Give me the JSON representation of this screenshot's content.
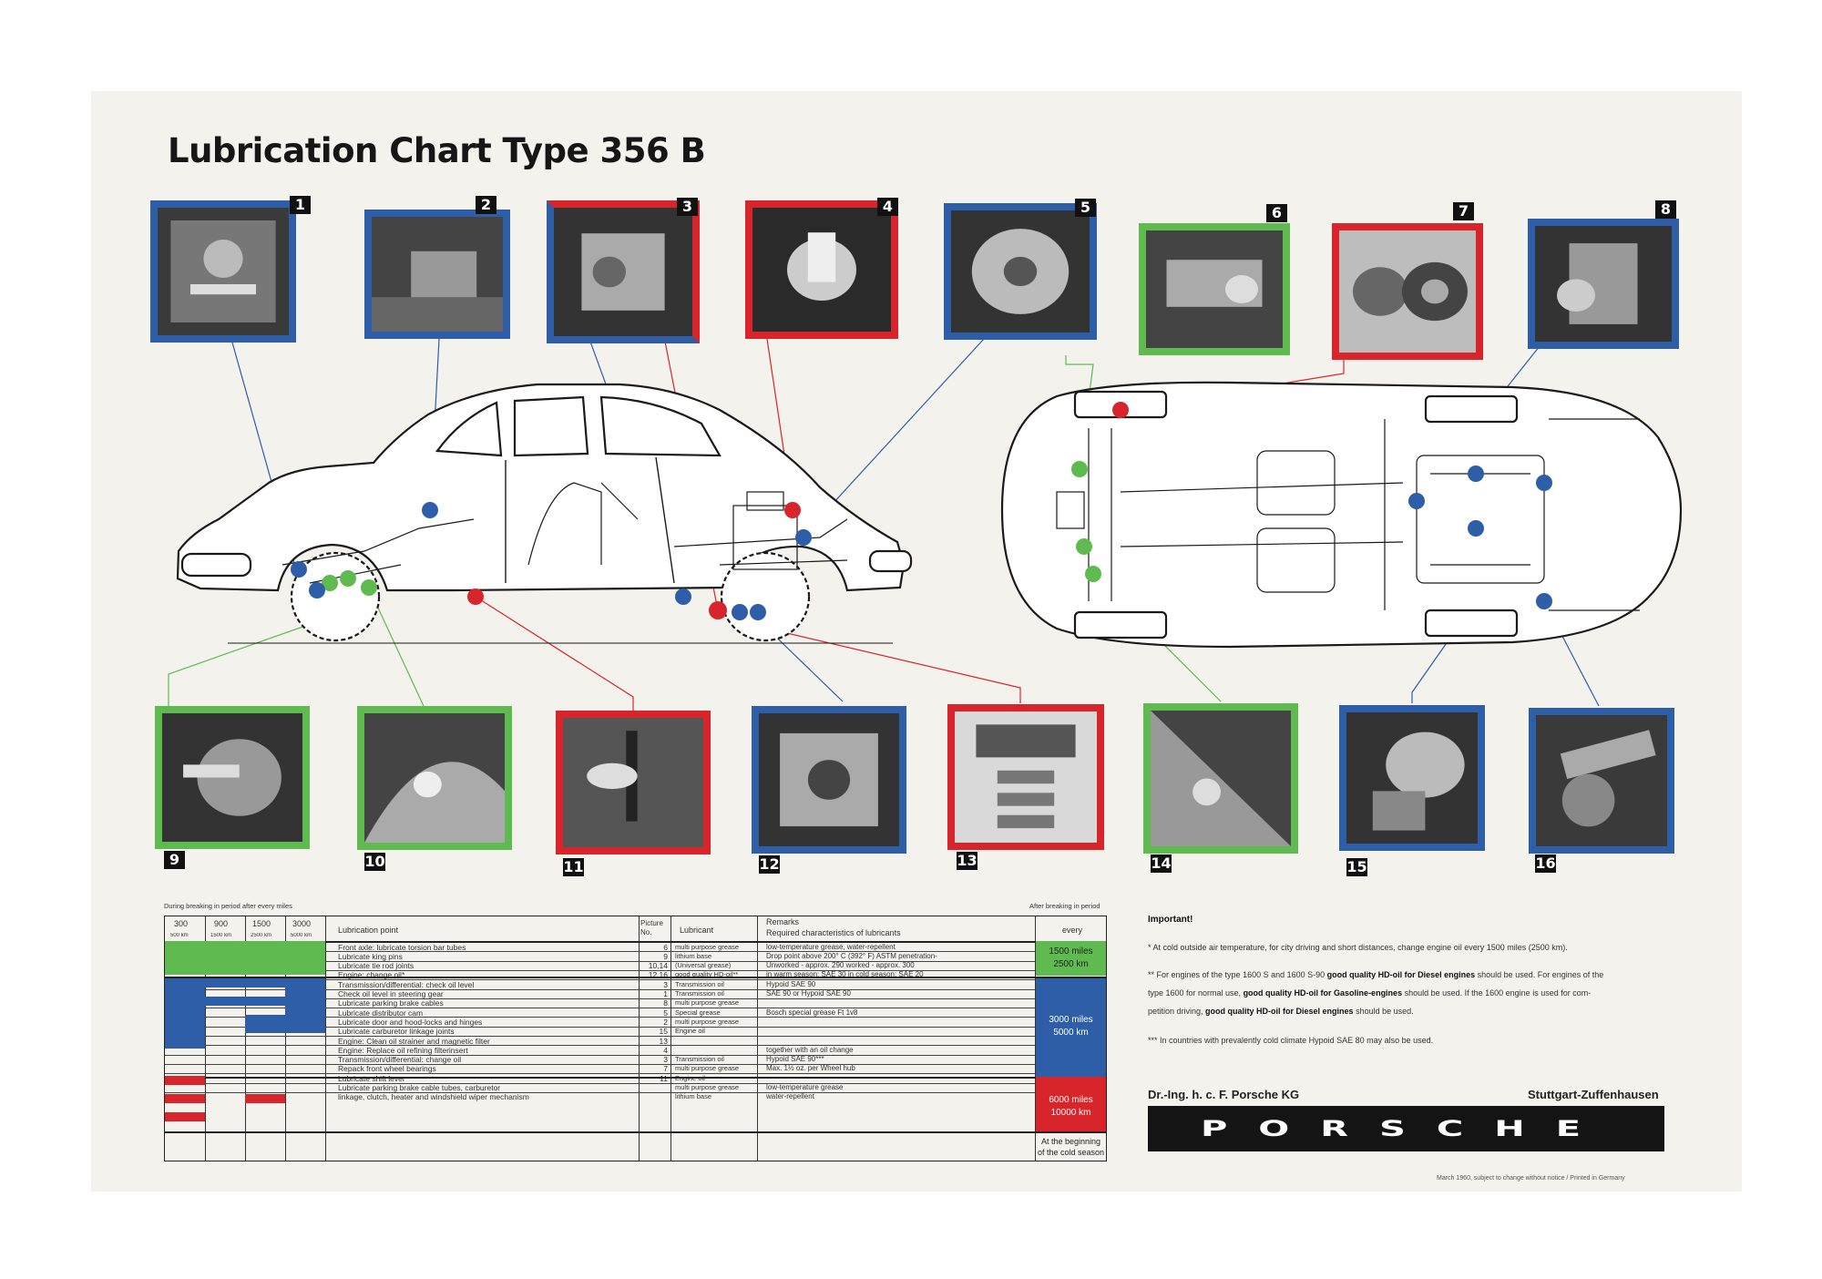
{
  "title": "Lubrication Chart Type 356 B",
  "colors": {
    "blue": "#2f5ea8",
    "red": "#d8242b",
    "green": "#5fbb4f",
    "black": "#111111",
    "paper": "#f4f2ec"
  },
  "photos": [
    {
      "n": "1",
      "color": "blue"
    },
    {
      "n": "2",
      "color": "blue"
    },
    {
      "n": "3",
      "color": "red-blue"
    },
    {
      "n": "4",
      "color": "red"
    },
    {
      "n": "5",
      "color": "blue"
    },
    {
      "n": "6",
      "color": "green"
    },
    {
      "n": "7",
      "color": "red"
    },
    {
      "n": "8",
      "color": "blue"
    },
    {
      "n": "9",
      "color": "green"
    },
    {
      "n": "10",
      "color": "green"
    },
    {
      "n": "11",
      "color": "red"
    },
    {
      "n": "12",
      "color": "blue"
    },
    {
      "n": "13",
      "color": "red"
    },
    {
      "n": "14",
      "color": "green"
    },
    {
      "n": "15",
      "color": "blue"
    },
    {
      "n": "16",
      "color": "blue"
    }
  ],
  "table": {
    "caption_left": "During breaking in period after every miles",
    "caption_right": "After breaking in period",
    "miles": [
      "300",
      "900",
      "1500",
      "3000"
    ],
    "km": [
      "500 km",
      "1500 km",
      "2500 km",
      "5000 km"
    ],
    "headers": {
      "point": "Lubrication point",
      "picture": "Picture No.",
      "lubricant": "Lubricant",
      "remarks": "Remarks",
      "remarks2": "Required characteristics of lubricants",
      "every": "every"
    },
    "rows": [
      {
        "point": "Front axle: lubricate torsion bar tubes",
        "pic": "6",
        "lub": "multi purpose grease",
        "rem": "low-temperature grease, water-repellent"
      },
      {
        "point": "Lubricate king pins",
        "pic": "9",
        "lub": "lithium base",
        "rem": "Drop point above 200° C (392° F)   ASTM penetration-"
      },
      {
        "point": "Lubricate tie rod joints",
        "pic": "10,14",
        "lub": "(Universal grease)",
        "rem": "Unworked - approx. 290   worked - approx. 300"
      },
      {
        "point": "Engine: change oil*",
        "pic": "12,16",
        "lub": "good quality HD-oil**",
        "rem": "in warm season: SAE 30   in cold season: SAE 20"
      },
      {
        "point": "Transmission/differential: check oil level",
        "pic": "3",
        "lub": "Transmission oil",
        "rem": "Hypoid SAE 90"
      },
      {
        "point": "Check oil level in steering gear",
        "pic": "1",
        "lub": "Transmission oil",
        "rem": "SAE 90 or Hypoid SAE 90"
      },
      {
        "point": "Lubricate parking brake cables",
        "pic": "8",
        "lub": "multi purpose grease",
        "rem": ""
      },
      {
        "point": "Lubricate distributor cam",
        "pic": "5",
        "lub": "Special grease",
        "rem": "Bosch special grease Ft 1v8"
      },
      {
        "point": "Lubricate door and hood-locks and hinges",
        "pic": "2",
        "lub": "multi purpose grease",
        "rem": ""
      },
      {
        "point": "Lubricate carburetor linkage joints",
        "pic": "15",
        "lub": "Engine oil",
        "rem": ""
      },
      {
        "point": "Engine: Clean oil strainer and magnetic filter",
        "pic": "13",
        "lub": "",
        "rem": ""
      },
      {
        "point": "Engine: Replace oil refining filterinsert",
        "pic": "4",
        "lub": "",
        "rem": "together with an oil change"
      },
      {
        "point": "Transmission/differential: change oil",
        "pic": "3",
        "lub": "Transmission oil",
        "rem": "Hypoid SAE 90***"
      },
      {
        "point": "Repack front wheel bearings",
        "pic": "7",
        "lub": "multi purpose grease",
        "rem": "Max. 1½ oz. per Wheel hub"
      },
      {
        "point": "Lubricate shift lever",
        "pic": "11",
        "lub": "Engine oil",
        "rem": ""
      },
      {
        "point": "Lubricate parking brake cable tubes, carburetor",
        "pic": "",
        "lub": "multi purpose grease",
        "rem": "low-temperature grease"
      },
      {
        "point": "linkage, clutch, heater and windshield wiper mechanism",
        "pic": "",
        "lub": "lithium base",
        "rem": "water-repellent"
      }
    ],
    "intervals": {
      "green": [
        "1500 miles",
        "2500 km"
      ],
      "blue": [
        "3000 miles",
        "5000 km"
      ],
      "red": [
        "6000 miles",
        "10000 km"
      ],
      "last": [
        "At the beginning",
        "of the cold season"
      ]
    }
  },
  "notes": {
    "heading": "Important!",
    "n1_pre": "* At cold outside air temperature, for city driving and short distances, change engine oil every 1500 miles (2500 km).",
    "n2a": "** For engines of the type 1600 S and 1600 S-90 ",
    "n2b": "good quality HD-oil for Diesel engines",
    "n2c": " should be used. For engines of the",
    "n2d": "type 1600 for normal use, ",
    "n2e": "good quality HD-oil for Gasoline-engines",
    "n2f": " should be used. If the 1600 engine is used for com-",
    "n2g": "petition driving, ",
    "n2h": "good quality HD-oil for Diesel engines",
    "n2i": " should be used.",
    "n3": "*** In countries with prevalently cold climate Hypoid SAE 80 may also be used."
  },
  "maker": {
    "left": "Dr.-Ing. h. c. F. Porsche KG",
    "right": "Stuttgart-Zuffenhausen",
    "logo": "PORSCHE"
  },
  "footer": "March 1960, subject to change without notice / Printed in Germany"
}
